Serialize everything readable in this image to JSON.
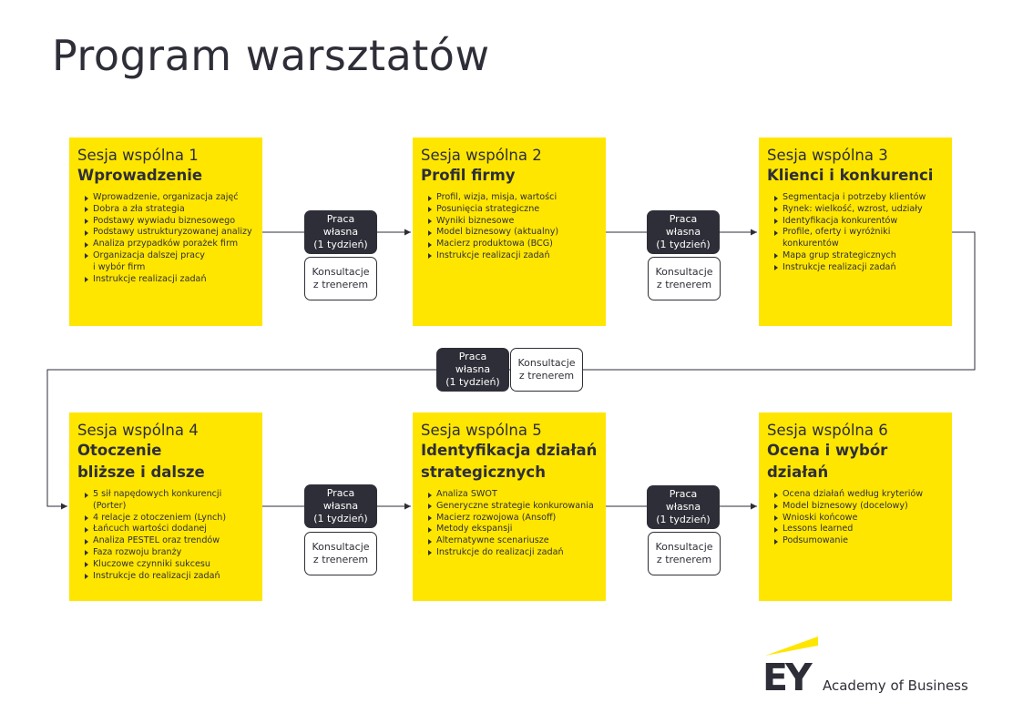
{
  "title": "Program warsztatów",
  "sessions": [
    {
      "label": "Sesja wspólna 1",
      "name": "Wprowadzenie",
      "items": [
        "Wprowadzenie, organizacja zajęć",
        "Dobra a zła strategia",
        "Podstawy wywiadu biznesowego",
        "Podstawy ustrukturyzowanej analizy",
        "Analiza przypadków porażek firm",
        "Organizacja dalszej pracy\ni wybór firm",
        "Instrukcje realizacji zadań"
      ]
    },
    {
      "label": "Sesja wspólna 2",
      "name": "Profil firmy",
      "items": [
        "Profil, wizja, misja, wartości",
        "Posunięcia strategiczne",
        "Wyniki biznesowe",
        "Model biznesowy (aktualny)",
        "Macierz produktowa (BCG)",
        "Instrukcje realizacji zadań"
      ]
    },
    {
      "label": "Sesja wspólna 3",
      "name": "Klienci i konkurenci",
      "items": [
        "Segmentacja i potrzeby klientów",
        "Rynek: wielkość, wzrost, udziały",
        "Identyfikacja konkurentów",
        "Profile, oferty i wyróżniki\nkonkurentów",
        "Mapa grup strategicznych",
        "Instrukcje realizacji zadań"
      ]
    },
    {
      "label": "Sesja wspólna 4",
      "name": "Otoczenie\nbliższe i dalsze",
      "items": [
        "5 sił napędowych konkurencji\n(Porter)",
        "4 relacje z otoczeniem (Lynch)",
        "Łańcuch wartości dodanej",
        "Analiza PESTEL oraz trendów",
        "Faza rozwoju branży",
        "Kluczowe czynniki sukcesu",
        "Instrukcje do realizacji zadań"
      ]
    },
    {
      "label": "Sesja wspólna 5",
      "name": "Identyfikacja działań\nstrategicznych",
      "items": [
        "Analiza SWOT",
        "Generyczne strategie konkurowania",
        "Macierz rozwojowa (Ansoff)",
        "Metody ekspansji",
        "Alternatywne scenariusze",
        "Instrukcje do realizacji zadań"
      ]
    },
    {
      "label": "Sesja wspólna 6",
      "name": "Ocena i wybór działań",
      "items": [
        "Ocena działań według kryteriów",
        "Model biznesowy (docelowy)",
        "Wnioski końcowe",
        "Lessons learned",
        "Podsumowanie"
      ]
    }
  ],
  "praca_wlasna": "Praca\nwłasna\n(1 tydzień)",
  "konsultacje": "Konsultacje\nz trenerem",
  "logo_text": "EY",
  "brand": "Academy of Business",
  "colors": {
    "yellow": "#ffe600",
    "dark": "#2e2e38"
  }
}
